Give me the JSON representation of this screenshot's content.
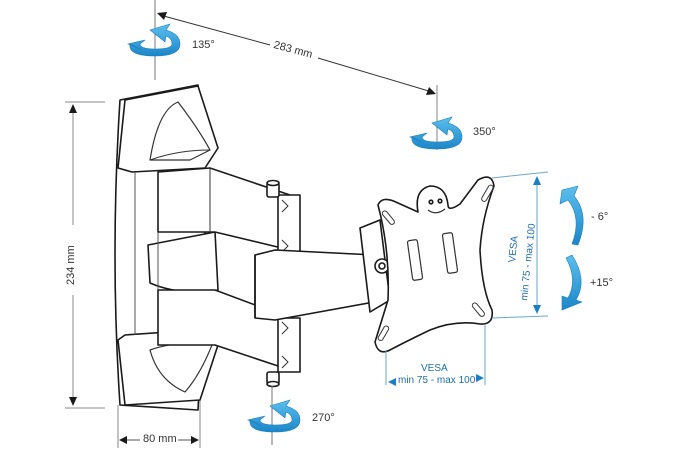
{
  "diagram": {
    "subject": "Full-motion TV wall mount bracket (double articulated arm)",
    "colors": {
      "line": "#1a1a1a",
      "dimension_line": "#555555",
      "arrow_blue": "#3aa3dc",
      "arrow_blue_dark": "#1c7fbf",
      "vesa_line": "#6aa8c8",
      "vesa_text": "#1e6fa8"
    }
  },
  "dimensions": {
    "arm_reach": "283 mm",
    "height": "234 mm",
    "depth": "80 mm"
  },
  "rotations": {
    "wall_pivot": "135°",
    "monitor_swivel": "350°",
    "arm_joint": "270°",
    "tilt_up": "- 6°",
    "tilt_down": "+15°"
  },
  "vesa": {
    "vertical": {
      "title": "VESA",
      "range": "min 75 - max 100"
    },
    "horizontal": {
      "title": "VESA",
      "range": "min 75 - max 100"
    }
  }
}
